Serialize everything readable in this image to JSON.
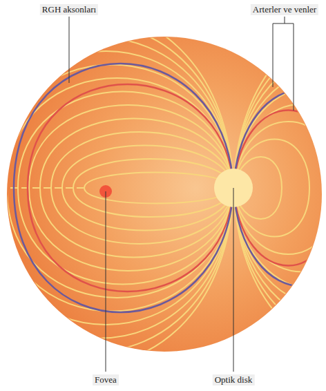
{
  "diagram": {
    "labels": [
      "RGH aksonları",
      "Arterler ve venler",
      "Fovea",
      "Optik disk"
    ]
  }
}
